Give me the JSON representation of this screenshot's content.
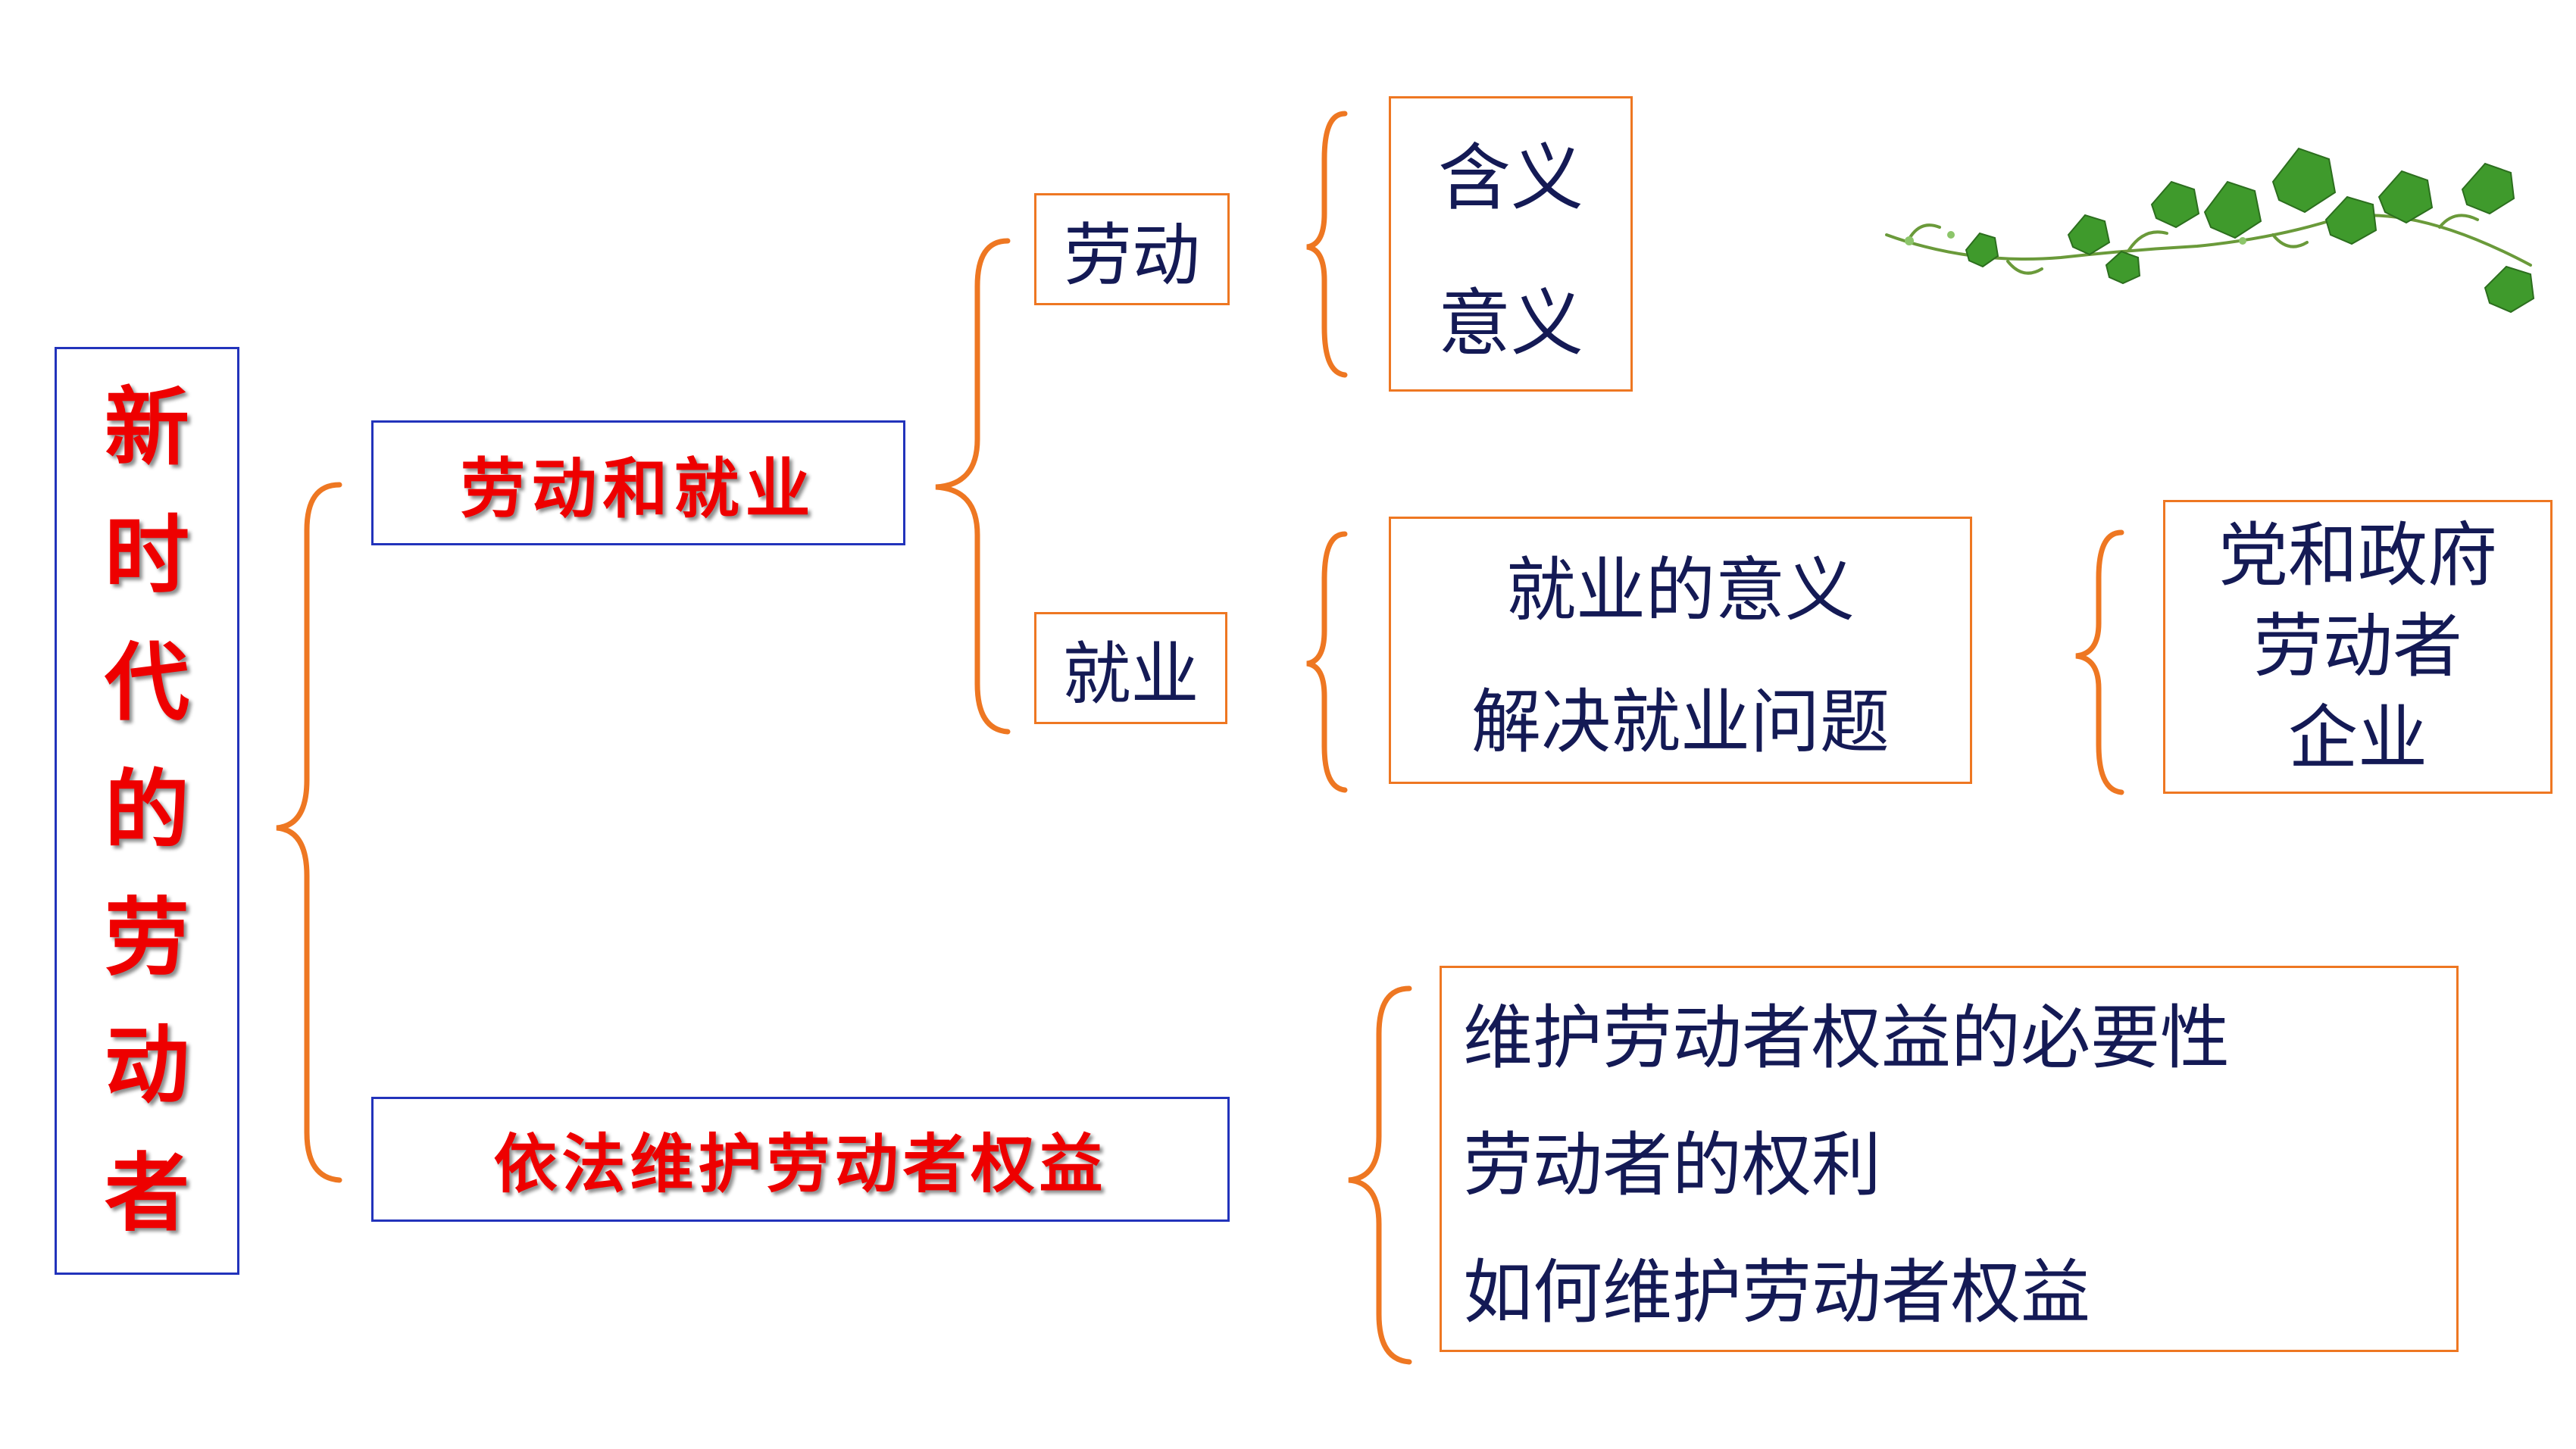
{
  "root": {
    "chars": [
      "新",
      "时",
      "代",
      "的",
      "劳",
      "动",
      "者"
    ]
  },
  "branch_labor_employment": {
    "title": "劳动和就业",
    "labor": {
      "label": "劳动",
      "items": [
        "含义",
        "意义"
      ]
    },
    "employment": {
      "label": "就业",
      "items": [
        "就业的意义",
        "解决就业问题"
      ],
      "solve_parties": [
        "党和政府",
        "劳动者",
        "企业"
      ]
    }
  },
  "branch_rights": {
    "title": "依法维护劳动者权益",
    "items": [
      "维护劳动者权益的必要性",
      "劳动者的权利",
      "如何维护劳动者权益"
    ]
  },
  "colors": {
    "red_title": "#ee0000",
    "navy_text": "#141a55",
    "blue_border": "#2233bb",
    "orange_border": "#ee7722",
    "leaf_green": "#3f9a2c"
  },
  "decoration": {
    "icon": "vine-leaves-icon"
  }
}
